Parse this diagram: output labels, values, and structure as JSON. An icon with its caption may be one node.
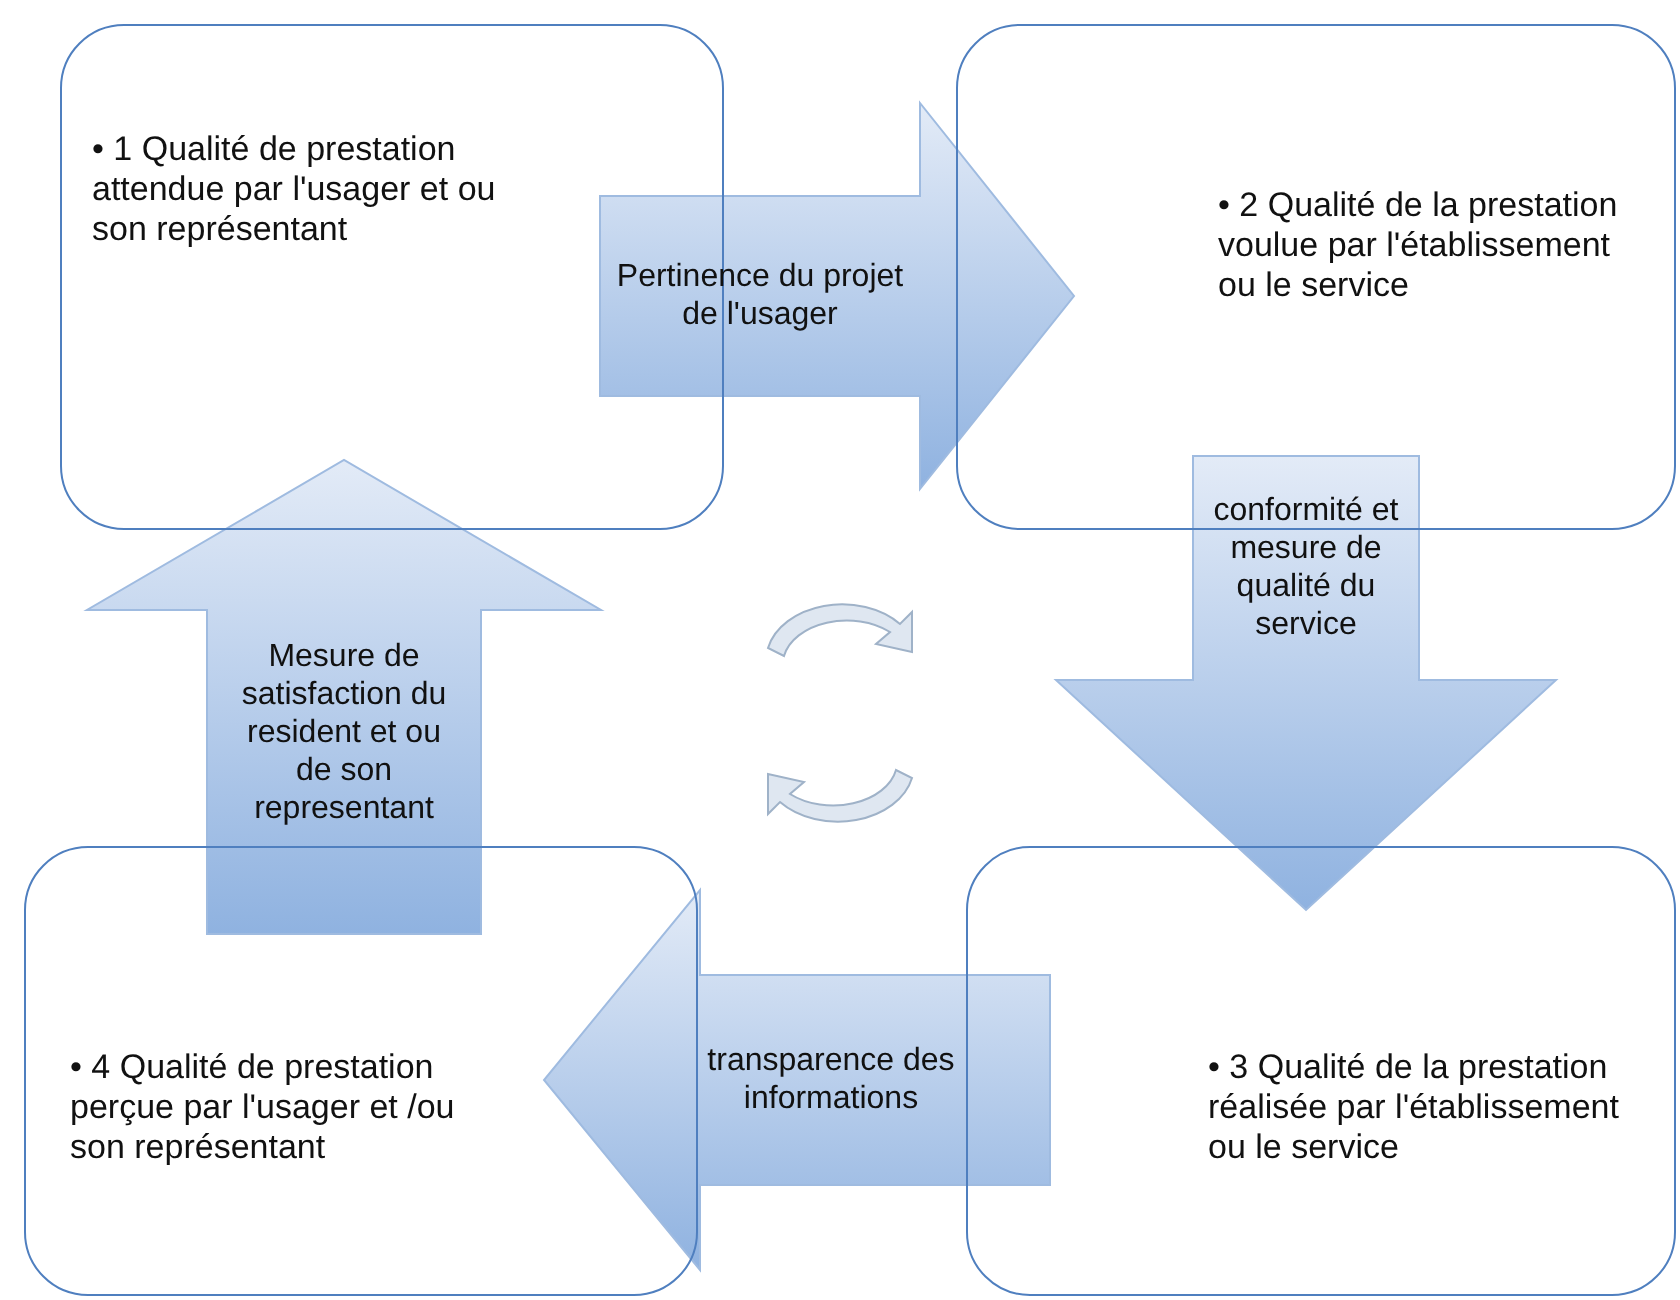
{
  "diagram": {
    "nodes": [
      {
        "text": [
          "• 1  Qualité de prestation attendue par l'usager et ou son représentant"
        ]
      },
      {
        "text": [
          "• 2     Qualité de la prestation voulue par l'établissement ou le service"
        ]
      },
      {
        "text": [
          "• 3    Qualité de la prestation réalisée par l'établissement ou le service"
        ]
      },
      {
        "text": [
          "• 4    Qualité de prestation perçue par l'usager et /ou son représentant"
        ]
      }
    ],
    "edges": [
      {
        "from": 0,
        "to": 1,
        "arrow": "to",
        "label": "Pertinence du projet de l'usager"
      },
      {
        "from": 1,
        "to": 2,
        "arrow": "to",
        "label": "conformité et mesure de qualité du service"
      },
      {
        "from": 2,
        "to": 3,
        "arrow": "to",
        "label": "transparence des informations"
      },
      {
        "from": 3,
        "to": 0,
        "arrow": "to",
        "label": "Mesure de satisfaction du resident et ou de son representant"
      }
    ]
  }
}
